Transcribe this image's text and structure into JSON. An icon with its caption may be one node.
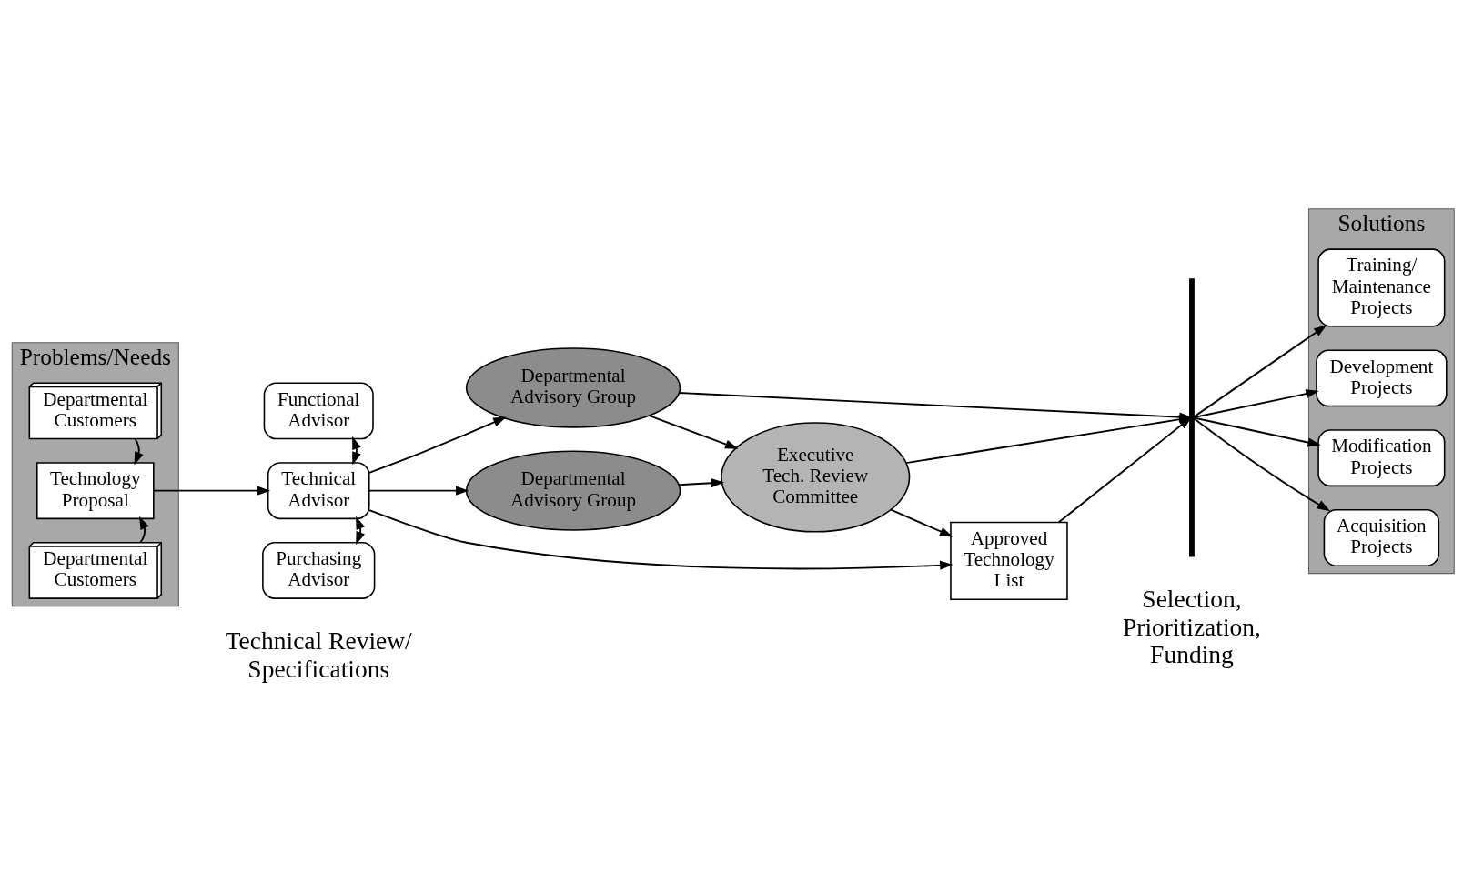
{
  "diagram": {
    "nodes": [
      {
        "text": [
          "Problems/Needs"
        ]
      },
      {
        "text": [
          "Departmental Customers"
        ],
        "in": 0
      },
      {
        "text": [
          "Technology Proposal"
        ],
        "in": 0
      },
      {
        "text": [
          "Departmental Customers"
        ],
        "in": 0
      },
      {
        "text": [
          "Functional Advisor"
        ]
      },
      {
        "text": [
          "Technical Advisor"
        ]
      },
      {
        "text": [
          "Purchasing Advisor"
        ]
      },
      {
        "text": [
          "Departmental Advisory Group"
        ]
      },
      {
        "text": [
          "Executive Tech. Review Committee"
        ]
      },
      {
        "text": [
          "Departmental Advisory Group"
        ]
      },
      {
        "text": [
          "Approved Technology List"
        ]
      },
      {
        "text": [],
        "shape": "bar"
      },
      {
        "text": [
          "Solutions"
        ]
      },
      {
        "text": [
          "Training/ Maintenance Projects"
        ],
        "in": 12
      },
      {
        "text": [
          "Development Projects"
        ],
        "in": 12
      },
      {
        "text": [
          "Modification Projects"
        ],
        "in": 12
      },
      {
        "text": [
          "Acquisition Projects"
        ],
        "in": 12
      }
    ],
    "edges": [
      {
        "from": 1,
        "to": 2,
        "arrow": "to"
      },
      {
        "from": 3,
        "to": 2,
        "arrow": "to"
      },
      {
        "from": 2,
        "to": 5,
        "arrow": "to"
      },
      {
        "from": 4,
        "to": 5,
        "arrow": "both"
      },
      {
        "from": 5,
        "to": 6,
        "arrow": "both"
      },
      {
        "from": 5,
        "to": 7,
        "arrow": "to"
      },
      {
        "from": 5,
        "to": 9,
        "arrow": "to"
      },
      {
        "from": 5,
        "to": 10,
        "arrow": "to"
      },
      {
        "from": 7,
        "to": 8,
        "arrow": "to"
      },
      {
        "from": 9,
        "to": 8,
        "arrow": "to"
      },
      {
        "from": 8,
        "to": 10,
        "arrow": "to"
      },
      {
        "from": 7,
        "to": 11,
        "arrow": "to"
      },
      {
        "from": 8,
        "to": 11,
        "arrow": "to"
      },
      {
        "from": 10,
        "to": 11,
        "arrow": "to"
      },
      {
        "from": 11,
        "to": 13,
        "arrow": "to"
      },
      {
        "from": 11,
        "to": 14,
        "arrow": "to"
      },
      {
        "from": 11,
        "to": 15,
        "arrow": "to"
      },
      {
        "from": 11,
        "to": 16,
        "arrow": "to"
      }
    ],
    "labels": [
      "Technical Review/ Specifications",
      "Selection, Prioritization, Funding"
    ]
  }
}
